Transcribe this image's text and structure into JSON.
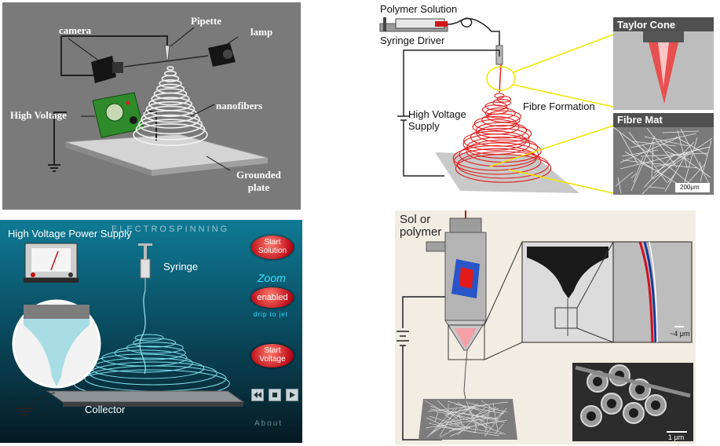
{
  "panel_setup": {
    "labels": {
      "camera": "camera",
      "pipette": "Pipette",
      "lamp": "lamp",
      "high_voltage": "High Voltage",
      "nanofibers": "nanofibers",
      "grounded_plate": "Grounded\nplate"
    }
  },
  "panel_schematic": {
    "labels": {
      "polymer_solution": "Polymer Solution",
      "syringe_driver": "Syringe Driver",
      "taylor_cone": "Taylor Cone",
      "fibre_formation": "Fibre Formation",
      "high_voltage_supply": "High Voltage\nSupply",
      "fibre_mat": "Fibre Mat",
      "scale_bar": "200μm"
    },
    "colors": {
      "fibre": "#e02020",
      "connector": "#f2e400"
    }
  },
  "panel_animation": {
    "title": "ELECTROSPINNING",
    "power_supply": "High Voltage Power Supply",
    "syringe": "Syringe",
    "collector": "Collector",
    "start_solution": "Start\nSolution",
    "zoom": "Zoom",
    "enabled": "enabled",
    "drip_to_jet": "drip to jet",
    "start_voltage": "Start\nVoltage",
    "about": "About",
    "media_icons": [
      "rewind-icon",
      "stop-icon",
      "play-icon"
    ]
  },
  "panel_nozzle": {
    "sol_label": "Sol or\npolymer",
    "scale_4um": "~4 μm",
    "scale_1um": "1 μm"
  }
}
